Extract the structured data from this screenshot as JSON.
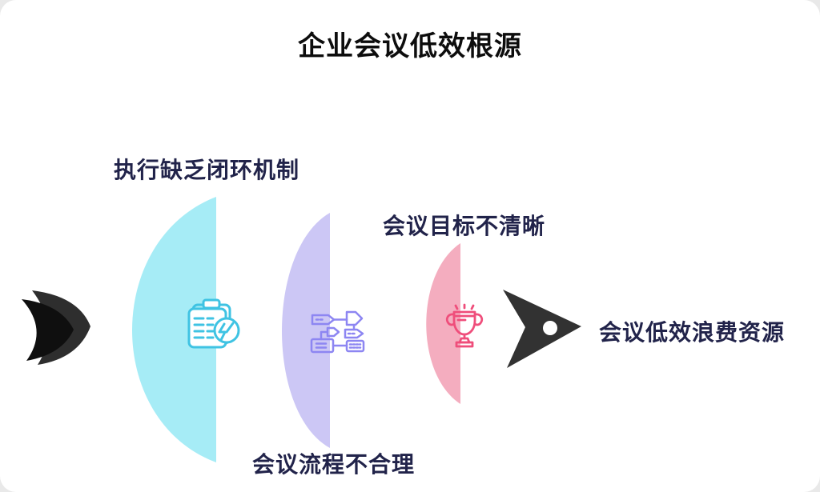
{
  "title": "企业会议低效根源",
  "diagram": {
    "input_arrow": {
      "back_color": "#2e2e2e",
      "front_color": "#0f0f0f"
    },
    "causes": [
      {
        "label": "执行缺乏闭环机制",
        "label_position": "top",
        "fill": "#a6ecf6",
        "icon": "clipboard-gauge-icon",
        "icon_color": "#3fc3e3"
      },
      {
        "label": "会议流程不合理",
        "label_position": "bottom",
        "fill": "#ccc7f5",
        "icon": "flowchart-icon",
        "icon_color": "#8d86f2"
      },
      {
        "label": "会议目标不清晰",
        "label_position": "top",
        "fill": "#f4adbf",
        "icon": "trophy-icon",
        "icon_color": "#ef4e7b"
      }
    ],
    "output_arrow": {
      "color": "#323232"
    },
    "result_label": "会议低效浪费资源"
  },
  "colors": {
    "title_text": "#0d0d0d",
    "label_text": "#21234a",
    "card_background": "#ffffff"
  }
}
